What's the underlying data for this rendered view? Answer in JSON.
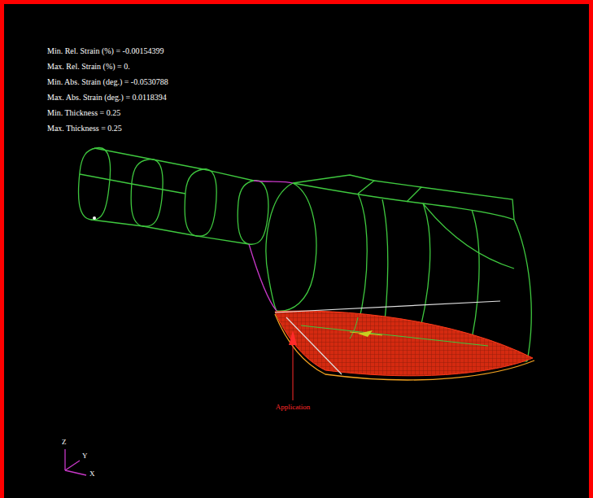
{
  "diagram": {
    "labels": [
      "Min. Rel. Strain (%) = -0.00154399",
      "Max. Rel. Strain (%) = 0.",
      "Min. Abs. Strain (deg.) = -0.0530788",
      "Max. Abs. Strain (deg.) = 0.0118394",
      "Min. Thickness = 0.25",
      "Max. Thickness = 0.25",
      "Application",
      "Z",
      "Y",
      "X"
    ]
  }
}
